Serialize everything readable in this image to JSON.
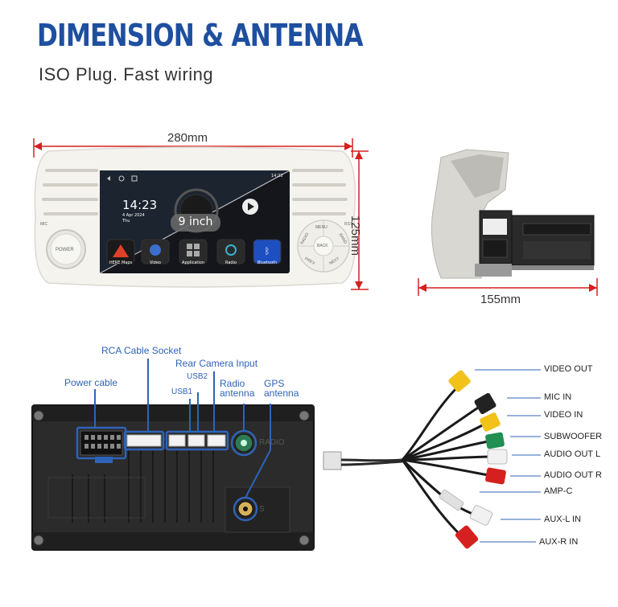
{
  "header": {
    "title": "DIMENSION & ANTENNA",
    "subtitle": "ISO Plug. Fast wiring"
  },
  "dimensions": {
    "width": "280mm",
    "height": "125mm",
    "depth": "155mm"
  },
  "screen": {
    "time": "14:23",
    "date": "4 Apr 2024",
    "day": "Thu",
    "size_label": "9 inch",
    "status_time": "14:23",
    "apps": [
      "HERE Maps",
      "Video",
      "Application",
      "Radio",
      "Bluetooth"
    ]
  },
  "faceplate": {
    "power_label": "POWER",
    "mic_label": "MIC",
    "rst_label": "RST",
    "keys": [
      "MENU",
      "BAND",
      "RADIO",
      "BACK",
      "PREV",
      "NEXT"
    ]
  },
  "rear_panel": {
    "callouts": {
      "rca": "RCA Cable Socket",
      "rear_camera": "Rear Camera Input",
      "power": "Power cable",
      "usb2": "USB2",
      "usb1": "USB1",
      "radio_antenna_1": "Radio",
      "radio_antenna_2": "antenna",
      "gps_antenna_1": "GPS",
      "gps_antenna_2": "antenna"
    },
    "radio_print": "RADIO",
    "gps_print": "S"
  },
  "cable_labels": [
    "VIDEO OUT",
    "MIC IN",
    "VIDEO IN",
    "SUBWOOFER",
    "AUDIO OUT L",
    "AUDIO OUT R",
    "AMP-C",
    "AUX-L IN",
    "AUX-R IN"
  ],
  "colors": {
    "title_blue": "#1e4fa0",
    "callout_blue": "#2f63b8",
    "dimension_red": "#d81f1f",
    "connector_yellow": "#f2c21b",
    "connector_red": "#d62020",
    "connector_green": "#1f8f52",
    "connector_white": "#f1f1f1",
    "connector_black": "#222222"
  }
}
